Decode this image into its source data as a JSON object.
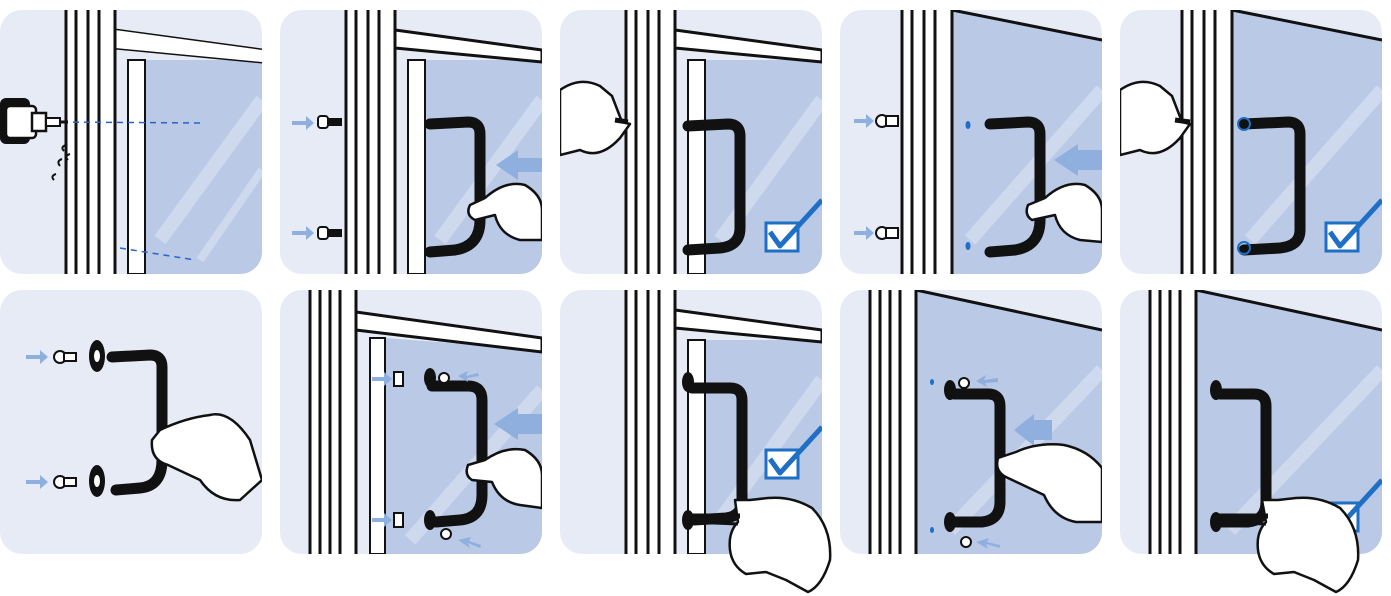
{
  "title": "",
  "colors": {
    "panel_bg": "#e6ebf6",
    "glass": "#b9c9e6",
    "arrow_blue": "#8fb0de",
    "check_blue": "#1f6fc5",
    "handle": "#111111",
    "frame_line": "#111111"
  },
  "steps": [
    {
      "row": 1,
      "col": 1,
      "shows": "drill-icon",
      "check": false
    },
    {
      "row": 1,
      "col": 2,
      "shows": "screws-and-handle",
      "check": false
    },
    {
      "row": 1,
      "col": 3,
      "shows": "allen-key-tighten",
      "check": true
    },
    {
      "row": 1,
      "col": 4,
      "shows": "screws-and-handle-glass",
      "check": false
    },
    {
      "row": 1,
      "col": 5,
      "shows": "allen-key-tighten",
      "check": true
    },
    {
      "row": 2,
      "col": 1,
      "shows": "screws-washers-handle",
      "check": false
    },
    {
      "row": 2,
      "col": 2,
      "shows": "screws-handle-frame",
      "check": false
    },
    {
      "row": 2,
      "col": 3,
      "shows": "allen-key-bottom",
      "check": true
    },
    {
      "row": 2,
      "col": 4,
      "shows": "screws-handle-glass",
      "check": false
    },
    {
      "row": 2,
      "col": 5,
      "shows": "allen-key-bottom",
      "check": true
    }
  ]
}
